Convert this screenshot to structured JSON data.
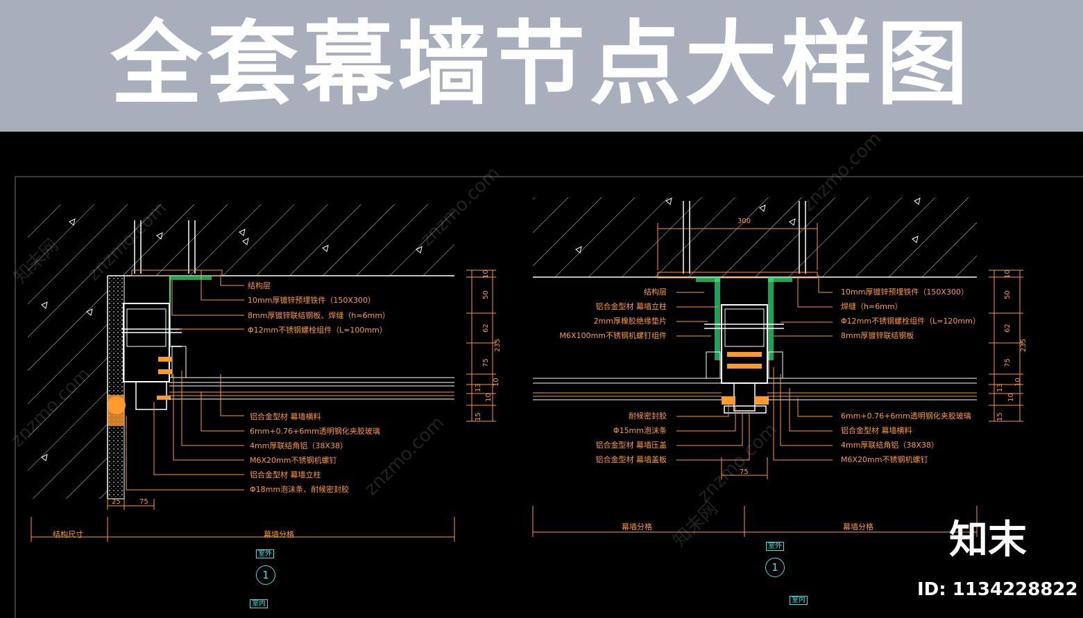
{
  "title": "全套幕墙节点大样图",
  "watermark": "znzmo.com",
  "watermark_cn": "知末网",
  "brand": {
    "name": "知末",
    "id": "ID: 1134228822"
  },
  "colors": {
    "header_bg": "#a9aebd",
    "canvas_bg": "#000000",
    "annotation": "#ff9a2e",
    "tag": "#2ee6e6",
    "structure": "#ffffff"
  },
  "left_detail": {
    "labels_right": [
      "结构层",
      "10mm厚镀锌预埋铁件（150X300）",
      "8mm厚镀锌联结钢板、焊缝（h=6mm）",
      "Φ12mm不锈钢螺栓组件（L=100mm）"
    ],
    "labels_bottom": [
      "铝合金型材  幕墙横料",
      "6mm+0.76+6mm透明钢化夹胶玻璃",
      "4mm厚联结角铝（38X38）",
      "M6X20mm不锈钢机螺钉",
      "铝合金型材  幕墙立柱",
      "Φ18mm泡沫条、耐候密封胶"
    ],
    "dims_bottom": [
      "25",
      "75"
    ],
    "dims_vertical": [
      "10",
      "50",
      "62",
      "235",
      "75",
      "13",
      "10",
      "10",
      "15"
    ],
    "span_labels": [
      "结构尺寸",
      "幕墙分格"
    ],
    "tag_out": "室外",
    "tag_num": "1",
    "tag_in": "室内"
  },
  "right_detail": {
    "dim_top": "300",
    "labels_left": [
      "结构层",
      "铝合金型材  幕墙立柱",
      "2mm厚橡胶绝缘垫片",
      "M6X100mm不锈钢机螺钉组件"
    ],
    "labels_right": [
      "10mm厚镀锌预埋铁件（150X300）",
      "焊缝（h=6mm）",
      "Φ12mm不锈钢螺栓组件（L=120mm）",
      "8mm厚镀锌联结钢板"
    ],
    "labels_bottom_left": [
      "耐候密封胶",
      "Φ15mm泡沫条",
      "铝合金型材  幕墙压盖",
      "铝合金型材  幕墙盖板"
    ],
    "labels_bottom_right": [
      "6mm+0.76+6mm透明钢化夹胶玻璃",
      "铝合金型材  幕墙横料",
      "4mm厚联结角铝（38X38）",
      "M6X20mm不锈钢机螺钉"
    ],
    "dim_bottom": "75",
    "dims_vertical": [
      "10",
      "50",
      "62",
      "235",
      "75",
      "13",
      "10",
      "10",
      "15"
    ],
    "span_labels": [
      "幕墙分格",
      "幕墙分格"
    ],
    "tag_out": "室外",
    "tag_num": "1",
    "tag_in": "室内"
  }
}
